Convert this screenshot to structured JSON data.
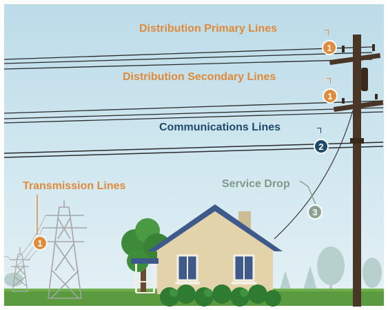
{
  "labels": {
    "distribution_primary": "Distribution Primary Lines",
    "distribution_secondary": "Distribution Secondary Lines",
    "communications": "Communications Lines",
    "transmission": "Transmission Lines",
    "service_drop": "Service Drop"
  },
  "badges": {
    "distribution_primary": "1",
    "distribution_secondary": "1",
    "communications": "2",
    "transmission": "1",
    "service_drop": "3"
  },
  "colors": {
    "distribution": "#e08a3c",
    "communications": "#1f4a6b",
    "service_drop": "#8aa391",
    "sky": "#c9e3ef",
    "grass": "#5b9a3e",
    "house_wall": "#e2d3ab",
    "roof": "#3d5a8a",
    "pole": "#4a3626"
  }
}
